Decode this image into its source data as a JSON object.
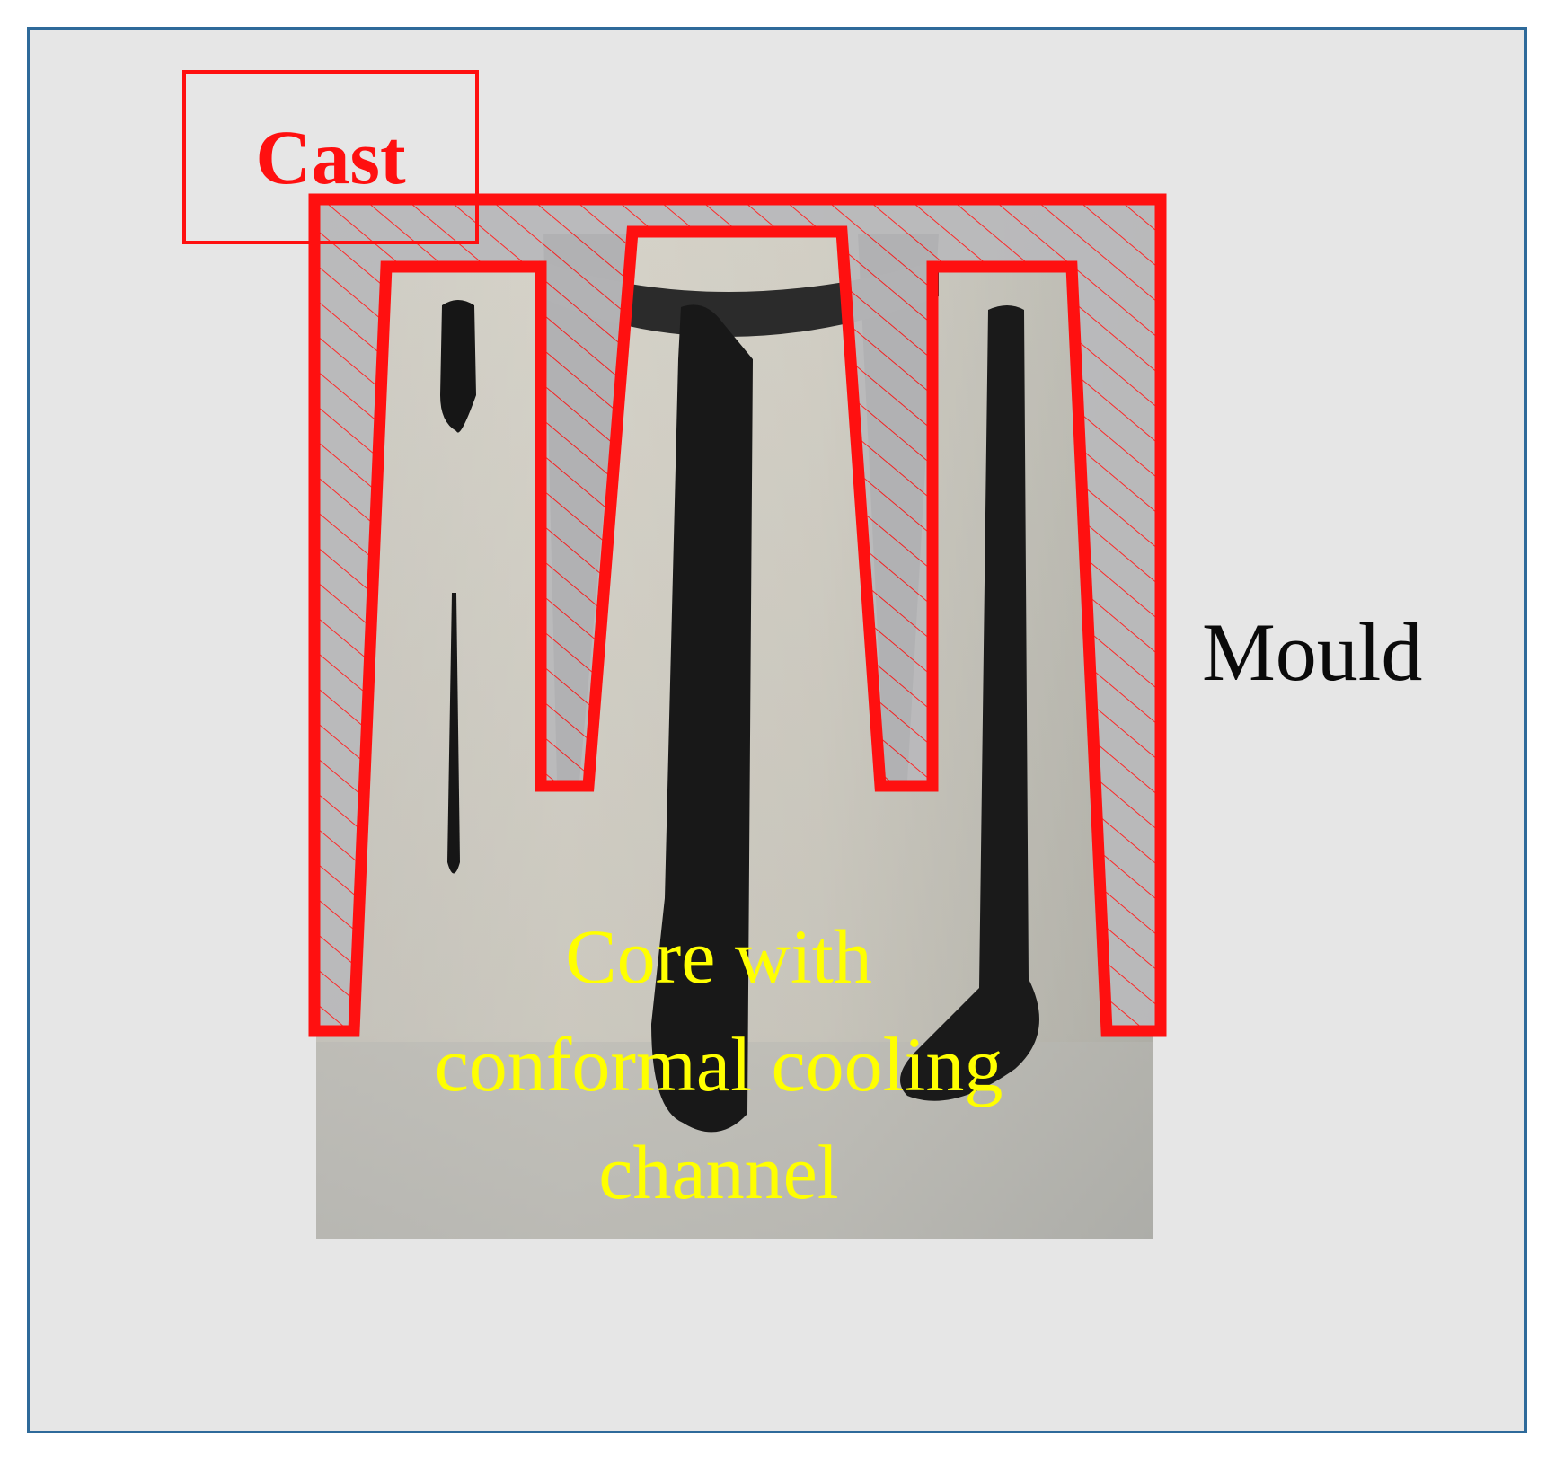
{
  "labels": {
    "cast": "Cast",
    "mould": "Mould",
    "core_line1": "Core with",
    "core_line2": "conformal cooling",
    "core_line3": "channel"
  },
  "colors": {
    "outline": "#ff1010",
    "frame": "#2e6a9a",
    "background": "#e6e6e6",
    "core_text": "#ffff00",
    "mould_text": "#0a0a0a"
  }
}
